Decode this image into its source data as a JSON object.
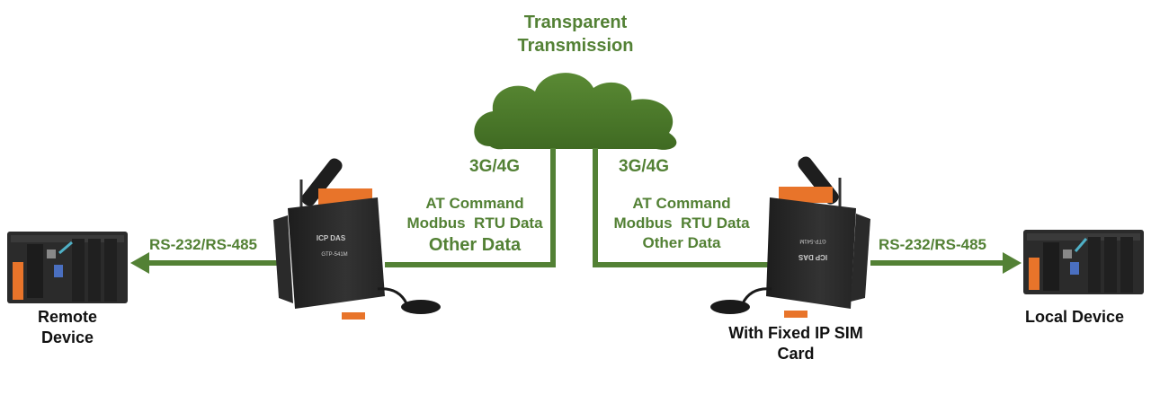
{
  "title": {
    "line1": "Transparent",
    "line2": "Transmission"
  },
  "network": {
    "left": "3G/4G",
    "right": "3G/4G"
  },
  "left_link": {
    "line1": "AT Command",
    "line2": "Modbus  RTU Data",
    "line3": "Other Data",
    "serial": "RS-232/RS-485"
  },
  "right_link": {
    "line1": "AT Command",
    "line2": "Modbus  RTU Data",
    "line3": "Other Data",
    "serial": "RS-232/RS-485"
  },
  "remote_device": {
    "line1": "Remote",
    "line2": "Device"
  },
  "local_device": {
    "label": "Local Device"
  },
  "sim_note": {
    "line1": "With Fixed IP SIM",
    "line2": "Card"
  },
  "left_modem_text": {
    "brand": "ICP DAS",
    "model": "GTP-541M"
  },
  "right_modem_text": {
    "brand": "ICP DAS",
    "model": "GTP-541M"
  },
  "colors": {
    "accent_green": "#538135",
    "cloud_green": "#4e7a2c",
    "device_dark": "#2a2a2a",
    "connector_orange": "#e8742a"
  },
  "icons": [
    "cloud-icon",
    "modem-icon",
    "controller-icon",
    "antenna-icon",
    "arrow-icon"
  ]
}
